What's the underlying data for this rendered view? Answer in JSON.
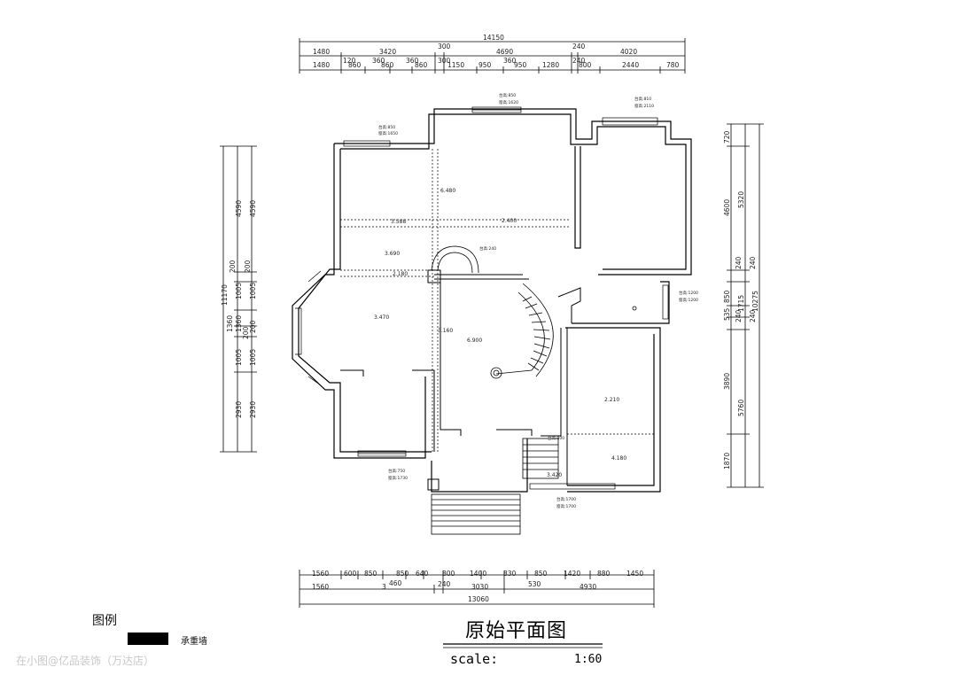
{
  "dims": {
    "top_total": "14150",
    "top_row1": [
      "1480",
      "3420",
      "300",
      "4690",
      "240",
      "4020"
    ],
    "top_row2": [
      "120",
      "360",
      "360",
      "300",
      "360",
      "240"
    ],
    "top_row3": [
      "1480",
      "860",
      "860",
      "860",
      "1150",
      "950",
      "950",
      "1280",
      "800",
      "2440",
      "780"
    ],
    "bottom_row1": [
      "1560",
      "600",
      "850",
      "850",
      "640",
      "800",
      "1400",
      "830",
      "850",
      "1420",
      "880",
      "1450"
    ],
    "bottom_row2": [
      "1560",
      "3",
      "460",
      "240",
      "3030",
      "530",
      "4930"
    ],
    "bottom_total": "13060",
    "left_total": "11170",
    "left_a": [
      "4590",
      "200",
      "1005",
      "1360",
      "200",
      "1005",
      "2930"
    ],
    "left_b": [
      "4590",
      "200",
      "1005",
      "1360",
      "200",
      "1005",
      "2930"
    ],
    "right_a": [
      "720",
      "4600",
      "240",
      "850",
      "535",
      "240",
      "3890",
      "1870"
    ],
    "right_b": [
      "5320",
      "240",
      "1715",
      "240",
      "5760"
    ],
    "right_total": "10275"
  },
  "annotations": {
    "sill_850_1650": [
      "台高:850",
      "窗高:1650"
    ],
    "sill_850_1620": [
      "台高:850",
      "窗高:1620"
    ],
    "sill_810_2110": [
      "台高:810",
      "窗高:2110"
    ],
    "sill_1200_1200": [
      "台高:1200",
      "窗高:1200"
    ],
    "sill_750_1730": [
      "台高:750",
      "窗高:1730"
    ],
    "sill_1700_1700": [
      "台高:1700",
      "窗高:1700"
    ],
    "sill_240": "台高:240",
    "sill_800": "台高:800"
  },
  "elevations": [
    "6.480",
    "3.588",
    "2.400",
    "3.690",
    "2.180",
    "3.470",
    "3.160",
    "6.900",
    "2.210",
    "3.420",
    "4.180"
  ],
  "legend": {
    "title": "图例",
    "bearing_wall": "承重墙",
    "swatch_color": "#000000"
  },
  "drawing": {
    "title": "原始平面图",
    "scale_label": "scale:",
    "scale_value": "1:60"
  },
  "watermark": "在小图@亿品装饰（万达店）"
}
